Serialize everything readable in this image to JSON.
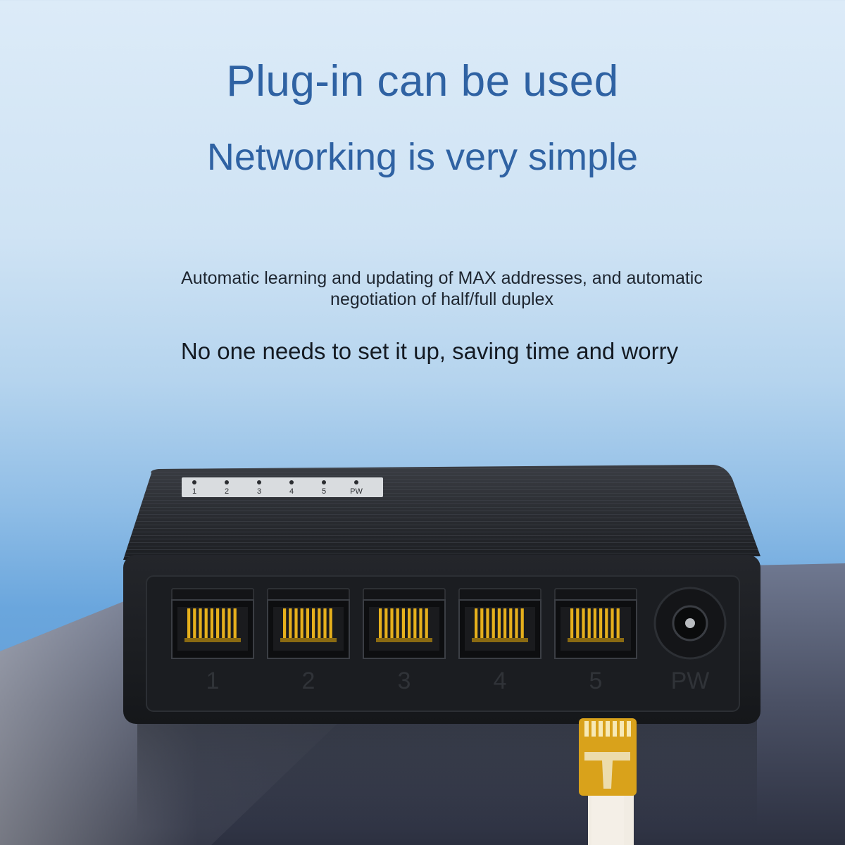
{
  "headline": {
    "line1": "Plug-in can be used",
    "line2": "Networking is very simple"
  },
  "description": {
    "line1": "Automatic learning and updating of MAX addresses, and automatic",
    "line2": "negotiation of half/full duplex"
  },
  "tagline": "No one needs to set it up, saving time and worry",
  "device": {
    "port_labels": [
      "1",
      "2",
      "3",
      "4",
      "5"
    ],
    "power_label": "PW",
    "led_labels": [
      "1",
      "2",
      "3",
      "4",
      "5",
      "PW"
    ]
  },
  "colors": {
    "headline": "#2f62a3",
    "body_text": "#1e2630",
    "device": "#1f2125",
    "port_pins": "#e6b01c",
    "platform": "#3e4350"
  }
}
